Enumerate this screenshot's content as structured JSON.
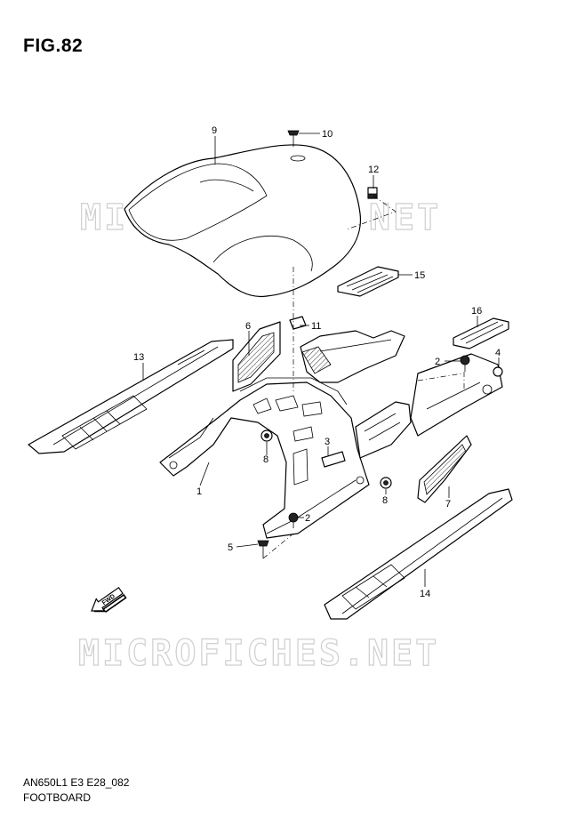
{
  "figure": {
    "title": "FIG.82",
    "code": "AN650L1 E3 E28_082",
    "name": "FOOTBOARD"
  },
  "watermark": {
    "text": "MICROFICHES.NET"
  },
  "direction_badge": {
    "text": "FWD",
    "icon": "fwd-arrow-icon"
  },
  "callouts": [
    {
      "id": "1",
      "label": "1"
    },
    {
      "id": "2a",
      "label": "2"
    },
    {
      "id": "2b",
      "label": "2"
    },
    {
      "id": "3",
      "label": "3"
    },
    {
      "id": "4",
      "label": "4"
    },
    {
      "id": "5",
      "label": "5"
    },
    {
      "id": "6",
      "label": "6"
    },
    {
      "id": "7",
      "label": "7"
    },
    {
      "id": "8a",
      "label": "8"
    },
    {
      "id": "8b",
      "label": "8"
    },
    {
      "id": "9",
      "label": "9"
    },
    {
      "id": "10",
      "label": "10"
    },
    {
      "id": "11",
      "label": "11"
    },
    {
      "id": "12",
      "label": "12"
    },
    {
      "id": "13",
      "label": "13"
    },
    {
      "id": "14",
      "label": "14"
    },
    {
      "id": "15",
      "label": "15"
    },
    {
      "id": "16",
      "label": "16"
    }
  ]
}
